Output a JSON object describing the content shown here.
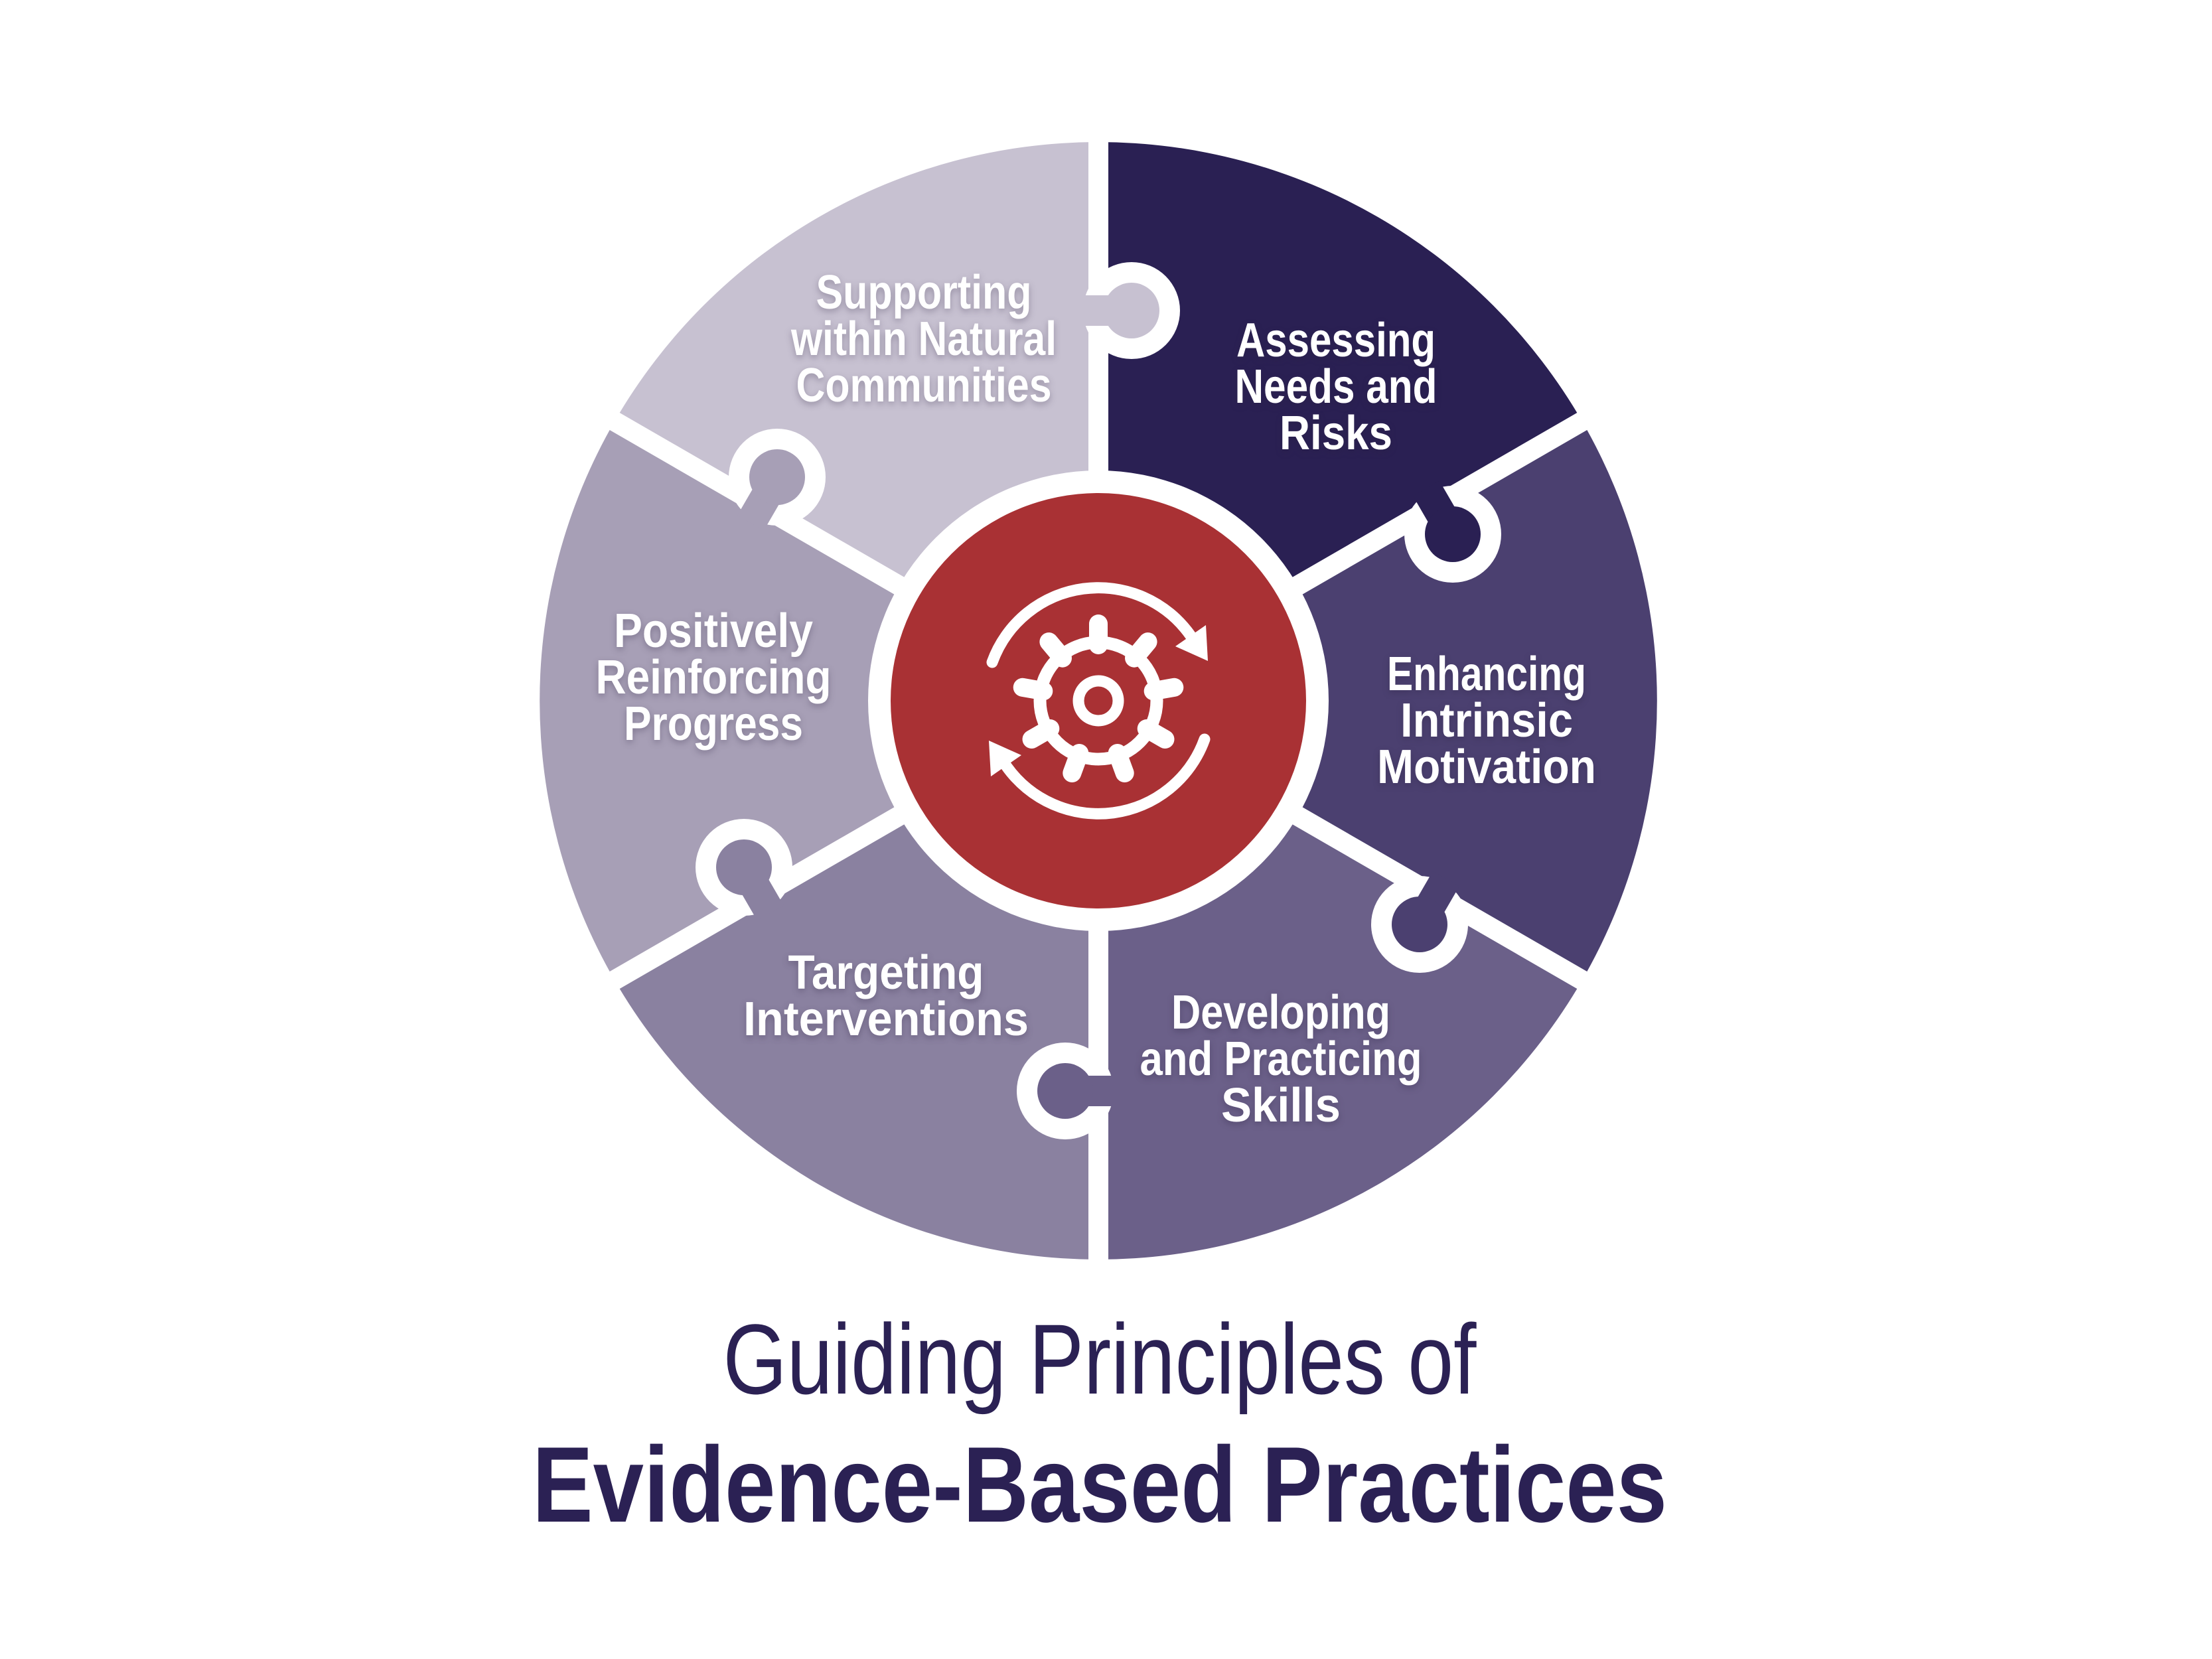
{
  "background": "#FFFFFF",
  "text_color": "#FFFFFF",
  "title": {
    "line1": "Guiding Principles of",
    "line2": "Evidence-Based Practices",
    "color": "#2B2154"
  },
  "center_icon": {
    "name": "continuous-process-cycle-gear-icon",
    "circle_color": "#A93134",
    "glyph_color": "#FFFFFF"
  },
  "segments": [
    {
      "position": "top-right",
      "label": "Assessing Needs and Risks",
      "lines": [
        "Assessing",
        "Needs and",
        "Risks"
      ],
      "color": "#2A2053"
    },
    {
      "position": "right",
      "label": "Enhancing Intrinsic Motivation",
      "lines": [
        "Enhancing",
        "Intrinsic",
        "Motivation"
      ],
      "color": "#4B4070"
    },
    {
      "position": "bottom-right",
      "label": "Developing and Practicing Skills",
      "lines": [
        "Developing",
        "and Practicing",
        "Skills"
      ],
      "color": "#6B6089"
    },
    {
      "position": "bottom-left",
      "label": "Targeting Interventions",
      "lines": [
        "Targeting",
        "Interventions"
      ],
      "color": "#8A81A0"
    },
    {
      "position": "left",
      "label": "Positively Reinforcing Progress",
      "lines": [
        "Positively",
        "Reinforcing",
        "Progress"
      ],
      "color": "#A79FB6"
    },
    {
      "position": "top-left",
      "label": "Supporting within Natural Communities",
      "lines": [
        "Supporting",
        "within Natural",
        "Communities"
      ],
      "color": "#C7C1D1"
    }
  ]
}
